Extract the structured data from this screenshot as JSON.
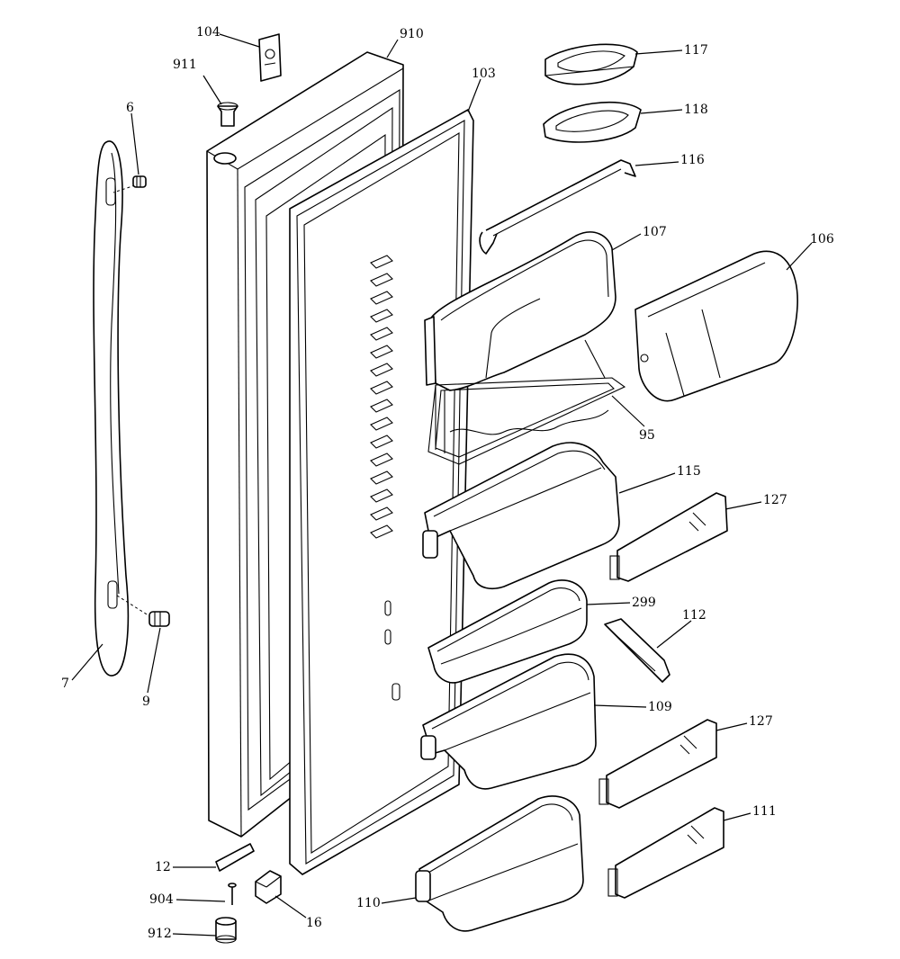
{
  "callouts": [
    {
      "id": "c104",
      "text": "104"
    },
    {
      "id": "c910",
      "text": "910"
    },
    {
      "id": "c911",
      "text": "911"
    },
    {
      "id": "c103",
      "text": "103"
    },
    {
      "id": "c6",
      "text": "6"
    },
    {
      "id": "c117",
      "text": "117"
    },
    {
      "id": "c118",
      "text": "118"
    },
    {
      "id": "c116",
      "text": "116"
    },
    {
      "id": "c107",
      "text": "107"
    },
    {
      "id": "c106",
      "text": "106"
    },
    {
      "id": "c95",
      "text": "95"
    },
    {
      "id": "c115",
      "text": "115"
    },
    {
      "id": "c127a",
      "text": "127"
    },
    {
      "id": "c299",
      "text": "299"
    },
    {
      "id": "c112",
      "text": "112"
    },
    {
      "id": "c109",
      "text": "109"
    },
    {
      "id": "c127b",
      "text": "127"
    },
    {
      "id": "c111",
      "text": "111"
    },
    {
      "id": "c7",
      "text": "7"
    },
    {
      "id": "c9",
      "text": "9"
    },
    {
      "id": "c12",
      "text": "12"
    },
    {
      "id": "c904",
      "text": "904"
    },
    {
      "id": "c16",
      "text": "16"
    },
    {
      "id": "c912",
      "text": "912"
    },
    {
      "id": "c110",
      "text": "110"
    }
  ]
}
